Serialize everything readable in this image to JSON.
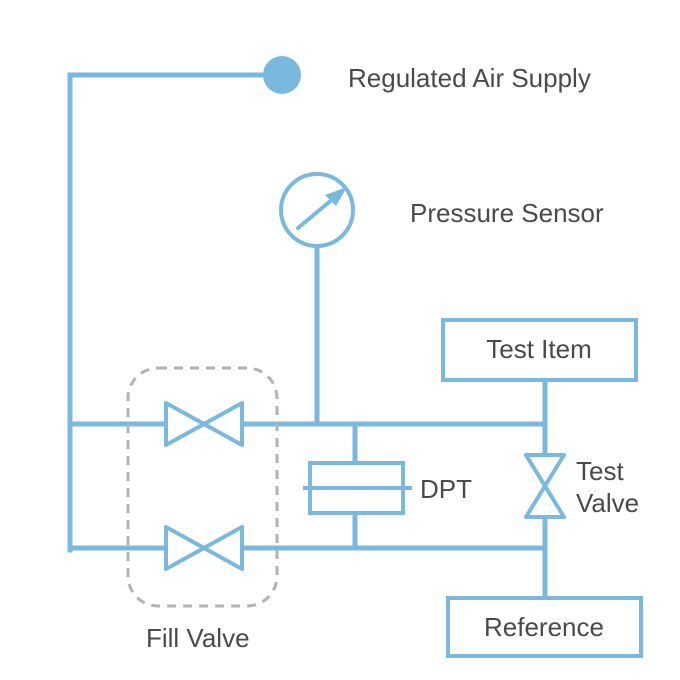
{
  "colors": {
    "line": "#7ab8de",
    "dash": "#b3b3b3",
    "dot": "#7ab8de",
    "text": "#4a4a4a"
  },
  "labels": {
    "air_supply": "Regulated Air Supply",
    "pressure_sensor": "Pressure Sensor",
    "test_item": "Test Item",
    "dpt": "DPT",
    "test_valve_line1": "Test",
    "test_valve_line2": "Valve",
    "reference": "Reference",
    "fill_valve": "Fill Valve"
  },
  "icons": {
    "supply_dot": "circle-icon",
    "gauge": "pressure-gauge-icon",
    "valve": "bowtie-valve-icon"
  }
}
